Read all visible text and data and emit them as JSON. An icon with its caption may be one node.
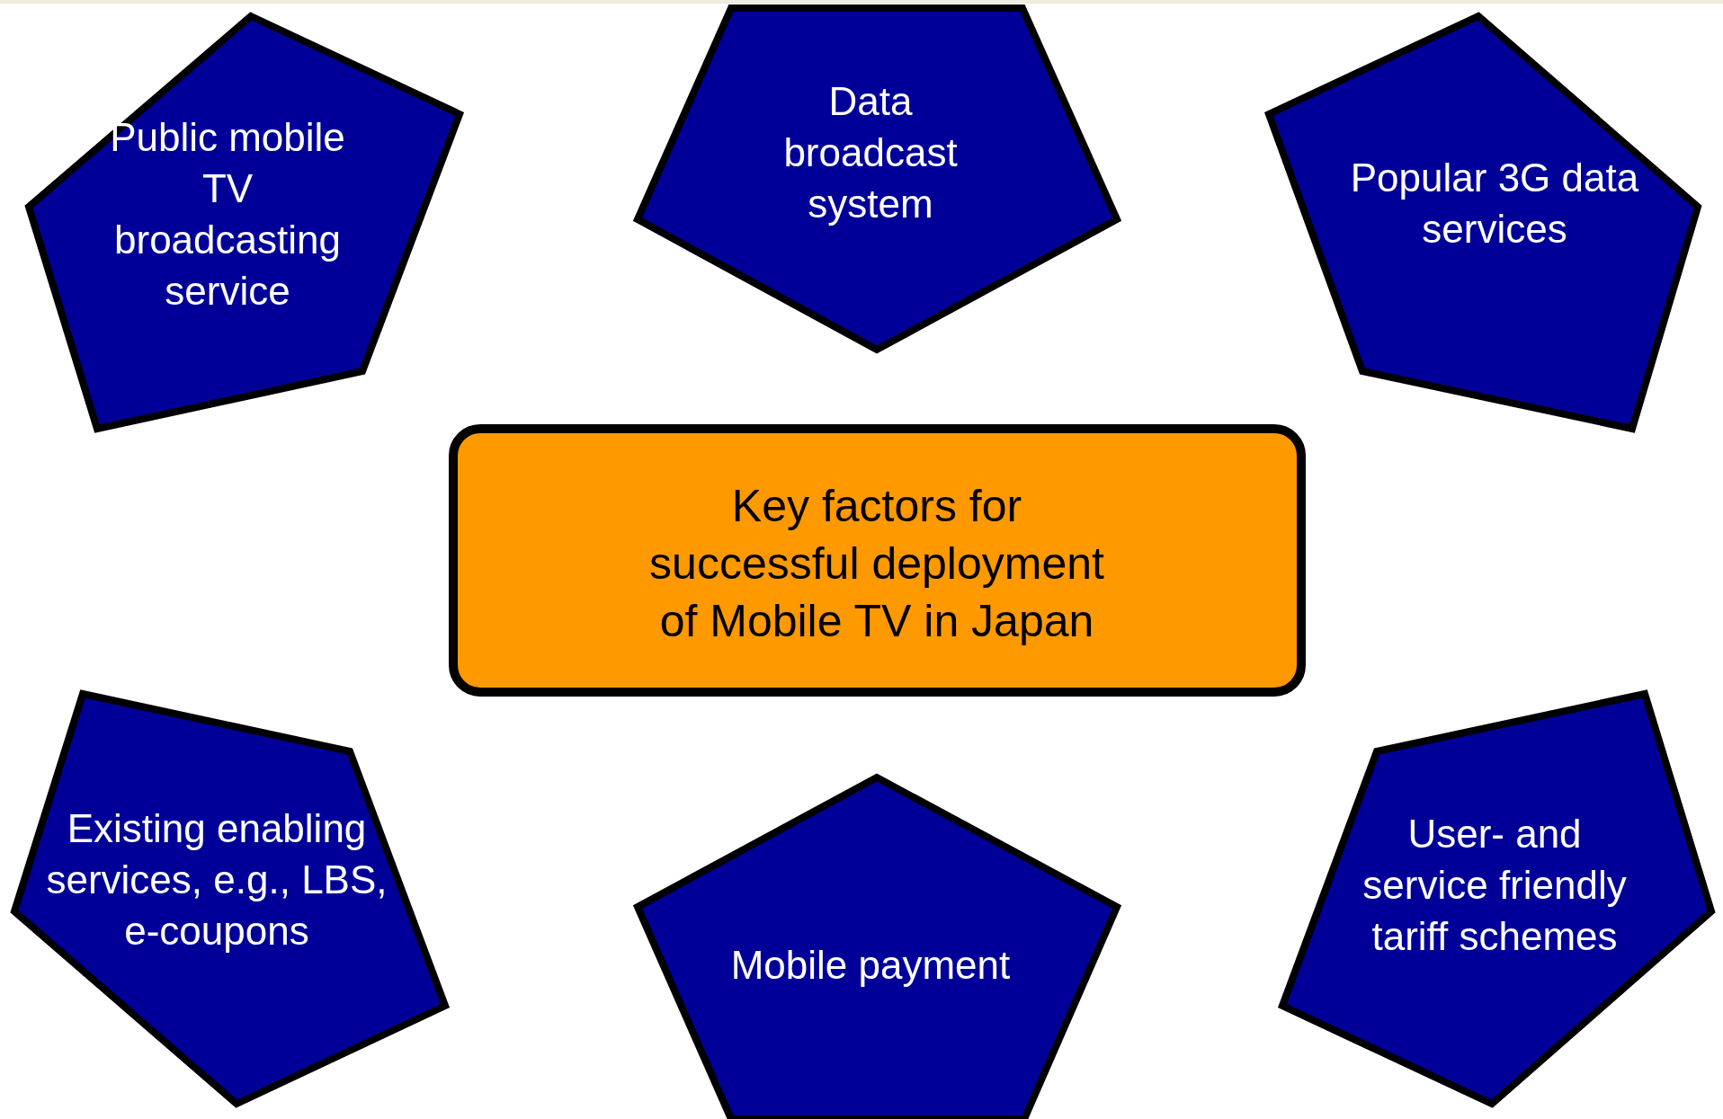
{
  "diagram": {
    "nodes": [
      {
        "text": [
          "Public mobile TV broadcasting service"
        ]
      },
      {
        "text": [
          "Data broadcast system"
        ]
      },
      {
        "text": [
          "Popular 3G data services"
        ]
      },
      {
        "text": [
          "Key factors for successful deployment of Mobile TV in Japan"
        ]
      },
      {
        "text": [
          "Existing enabling services, e.g., LBS, e-coupons"
        ]
      },
      {
        "text": [
          "Mobile payment"
        ]
      },
      {
        "text": [
          "User- and service friendly tariff schemes"
        ]
      }
    ]
  }
}
